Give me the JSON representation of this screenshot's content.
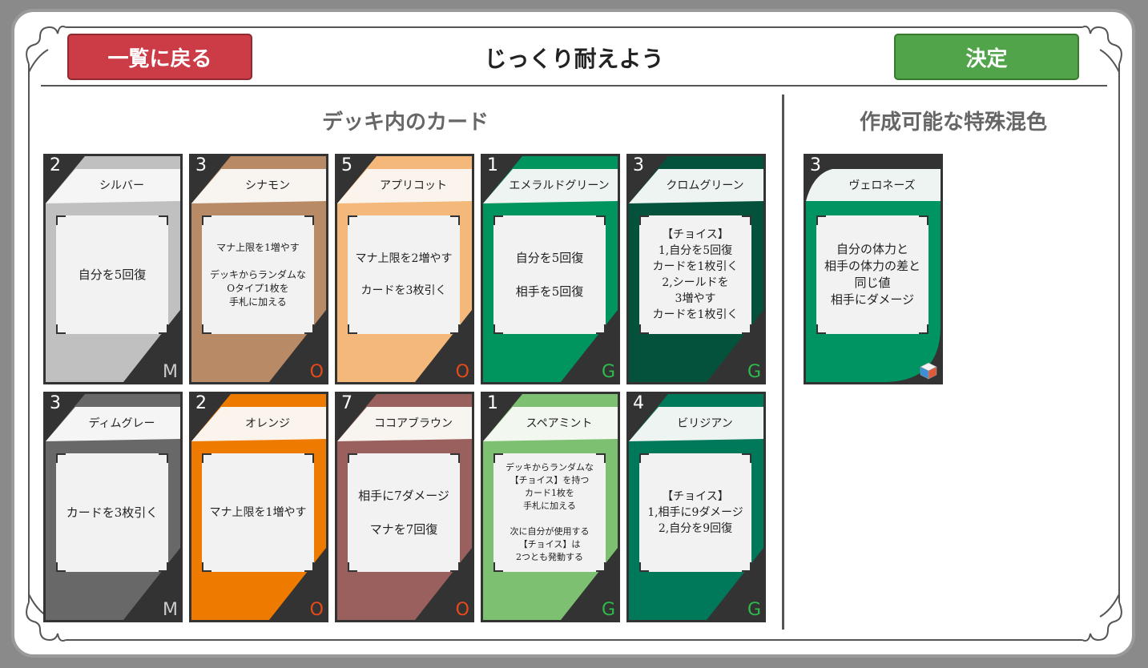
{
  "header": {
    "back_label": "一覧に戻る",
    "title": "じっくり耐えよう",
    "confirm_label": "決定"
  },
  "sections": {
    "deck_title": "デッキ内のカード",
    "special_title": "作成可能な特殊混色"
  },
  "colors": {
    "back_button": "#cc3c47",
    "confirm_button": "#51a44a",
    "card_frame": "#333333",
    "type_m": "#cccccc",
    "type_o": "#e84a1a",
    "type_g": "#2dbb4c"
  },
  "deck_cards": [
    {
      "cost": "2",
      "name": "シルバー",
      "text": "自分を5回復",
      "type": "M",
      "color": "#c0c0c0",
      "name_bg": "#f5f5f5",
      "text_size": "fs15"
    },
    {
      "cost": "3",
      "name": "シナモン",
      "text": "マナ上限を1増やす\n\nデッキからランダムな\nOタイプ1枚を\n手札に加える",
      "type": "O",
      "color": "#b88a66",
      "name_bg": "#f8f4f0",
      "text_size": "fs12"
    },
    {
      "cost": "5",
      "name": "アプリコット",
      "text": "マナ上限を2増やす\n\nカードを3枚引く",
      "type": "O",
      "color": "#f3b87a",
      "name_bg": "#fbf4ec",
      "text_size": "fs14"
    },
    {
      "cost": "1",
      "name": "エメラルドグリーン",
      "text": "自分を5回復\n\n相手を5回復",
      "type": "G",
      "color": "#00945f",
      "name_bg": "#eef4f1",
      "text_size": "fs15"
    },
    {
      "cost": "3",
      "name": "クロムグリーン",
      "text": "【チョイス】\n1,自分を5回復\nカードを1枚引く\n2,シールドを\n3増やす\nカードを1枚引く",
      "type": "G",
      "color": "#04523c",
      "name_bg": "#eef4f1",
      "text_size": "fs14"
    },
    {
      "cost": "3",
      "name": "ディムグレー",
      "text": "カードを3枚引く",
      "type": "M",
      "color": "#686868",
      "name_bg": "#f5f5f5",
      "text_size": "fs15"
    },
    {
      "cost": "2",
      "name": "オレンジ",
      "text": "マナ上限を1増やす",
      "type": "O",
      "color": "#ee7a00",
      "name_bg": "#fbf4ec",
      "text_size": "fs14"
    },
    {
      "cost": "7",
      "name": "ココアブラウン",
      "text": "相手に7ダメージ\n\nマナを7回復",
      "type": "O",
      "color": "#9a605e",
      "name_bg": "#f8f4f0",
      "text_size": "fs15"
    },
    {
      "cost": "1",
      "name": "スペアミント",
      "text": "デッキからランダムな\n【チョイス】を持つ\nカード1枚を\n手札に加える\n\n次に自分が使用する\n【チョイス】は\n2つとも発動する",
      "type": "G",
      "color": "#7ec071",
      "name_bg": "#f2f7f0",
      "text_size": "fs11"
    },
    {
      "cost": "4",
      "name": "ビリジアン",
      "text": "【チョイス】\n1,相手に9ダメージ\n2,自分を9回復",
      "type": "G",
      "color": "#00795a",
      "name_bg": "#eef4f1",
      "text_size": "fs14"
    }
  ],
  "special_cards": [
    {
      "cost": "3",
      "name": "ヴェロネーズ",
      "text": "自分の体力と\n相手の体力の差と\n同じ値\n相手にダメージ",
      "type_icon": "cube-icon",
      "color": "#009462",
      "name_bg": "#eef4f1",
      "text_size": "fs15"
    }
  ]
}
